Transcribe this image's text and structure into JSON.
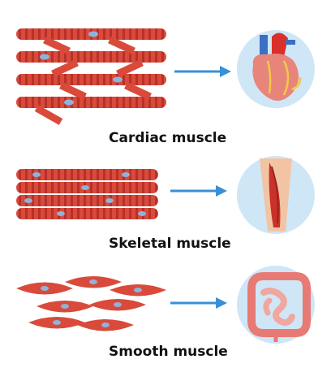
{
  "sections": [
    {
      "id": "cardiac",
      "label": "Cardiac muscle",
      "organ": "heart-icon"
    },
    {
      "id": "skeletal",
      "label": "Skeletal muscle",
      "organ": "leg-muscle-icon"
    },
    {
      "id": "smooth",
      "label": "Smooth muscle",
      "organ": "intestine-icon"
    }
  ],
  "colors": {
    "fiber": "#d94a3a",
    "fiber_stripe": "#b8302a",
    "nucleus": "#8fb3d9",
    "arrow": "#3a8fd6",
    "circle": "#cfe6f7"
  }
}
